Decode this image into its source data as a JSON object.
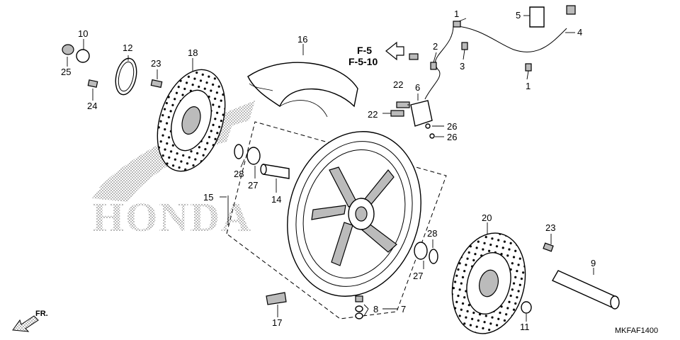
{
  "watermark": {
    "brand": "HONDA"
  },
  "reference": {
    "line1": "F-5",
    "line2": "F-5-10"
  },
  "direction": {
    "label": "FR."
  },
  "diagram_code": "MKFAF1400",
  "labels": {
    "p1a": "1",
    "p1b": "1",
    "p2": "2",
    "p3": "3",
    "p4": "4",
    "p5": "5",
    "p6": "6",
    "p7": "7",
    "p8": "8",
    "p9": "9",
    "p10": "10",
    "p11": "11",
    "p12": "12",
    "p14": "14",
    "p15": "15",
    "p16": "16",
    "p17": "17",
    "p18": "18",
    "p20": "20",
    "p22a": "22",
    "p22b": "22",
    "p23a": "23",
    "p23b": "23",
    "p24": "24",
    "p25": "25",
    "p26a": "26",
    "p26b": "26",
    "p27a": "27",
    "p27b": "27",
    "p28a": "28",
    "p28b": "28"
  }
}
